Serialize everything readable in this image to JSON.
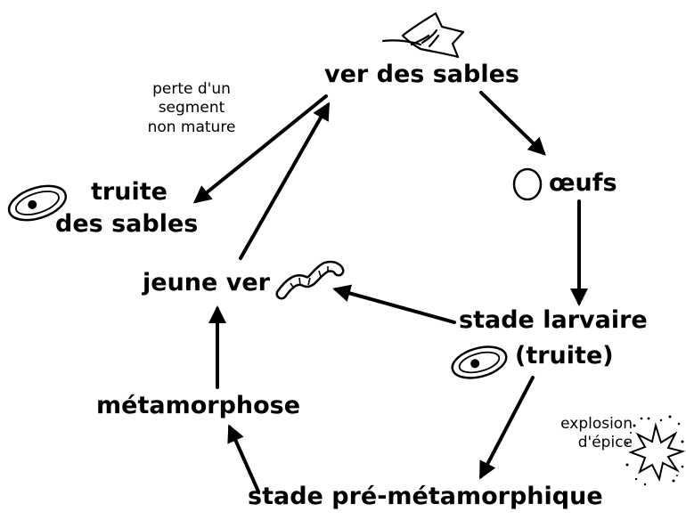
{
  "diagram": {
    "nodes": {
      "sandworm": "ver des sables",
      "eggs": "œufs",
      "larval_stage": "stade larvaire",
      "larval_stage_sub": "(truite)",
      "pre_metamorphic": "stade pré-métamorphique",
      "metamorphosis": "métamorphose",
      "young_worm": "jeune ver",
      "sandtrout_line1": "truite",
      "sandtrout_line2": "des sables"
    },
    "annotations": {
      "segment_loss_line1": "perte d'un",
      "segment_loss_line2": "segment",
      "segment_loss_line3": "non mature",
      "spice_line1": "explosion",
      "spice_line2": "d'épice"
    },
    "icons": [
      "sandworm-head-icon",
      "egg-icon",
      "sandtrout-icon",
      "worm-icon",
      "spice-explosion-icon"
    ],
    "colors": {
      "ink": "#000000",
      "background": "#ffffff"
    }
  }
}
